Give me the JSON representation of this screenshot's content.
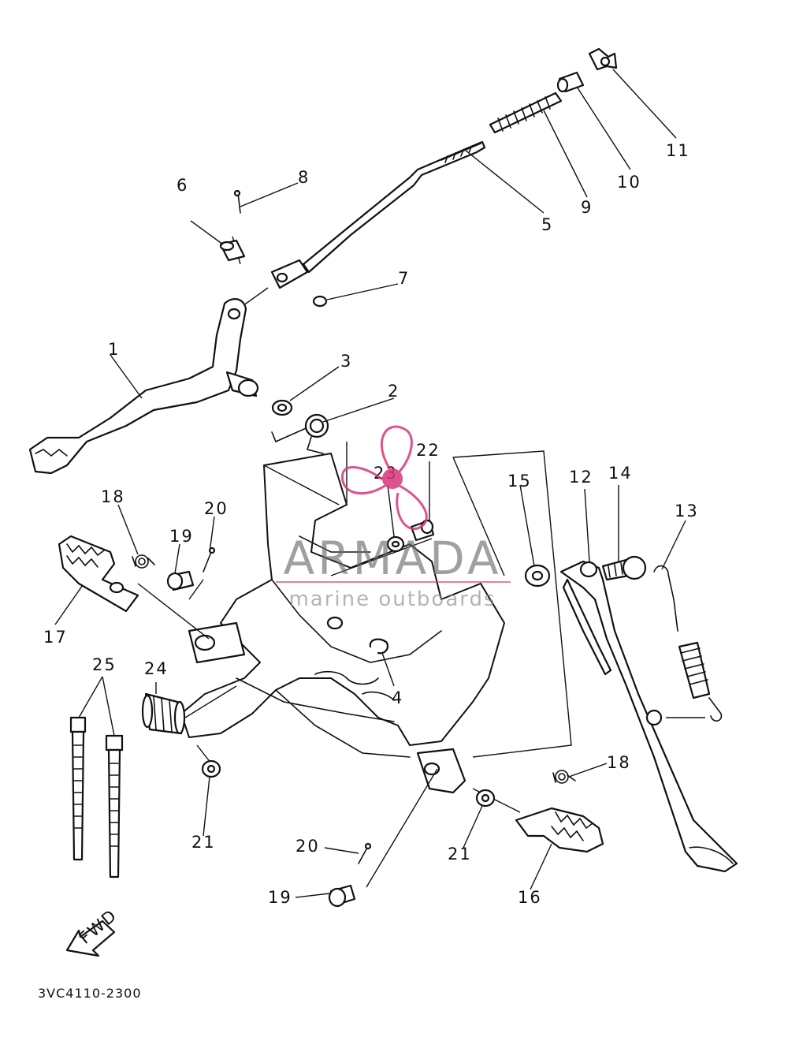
{
  "diagram": {
    "part_labels": [
      "1",
      "2",
      "3",
      "4",
      "5",
      "6",
      "7",
      "8",
      "9",
      "10",
      "11",
      "12",
      "13",
      "14",
      "15",
      "16",
      "17",
      "18",
      "18",
      "19",
      "19",
      "20",
      "20",
      "21",
      "21",
      "22",
      "23",
      "24",
      "25"
    ],
    "catalog_code": "3VC4110-2300",
    "fwd_label": "FWD"
  },
  "watermark": {
    "brand": "ARMADA",
    "tagline": "marine outboards",
    "color": "#d9367a"
  },
  "colors": {
    "line": "#111111",
    "paper": "#ffffff"
  }
}
